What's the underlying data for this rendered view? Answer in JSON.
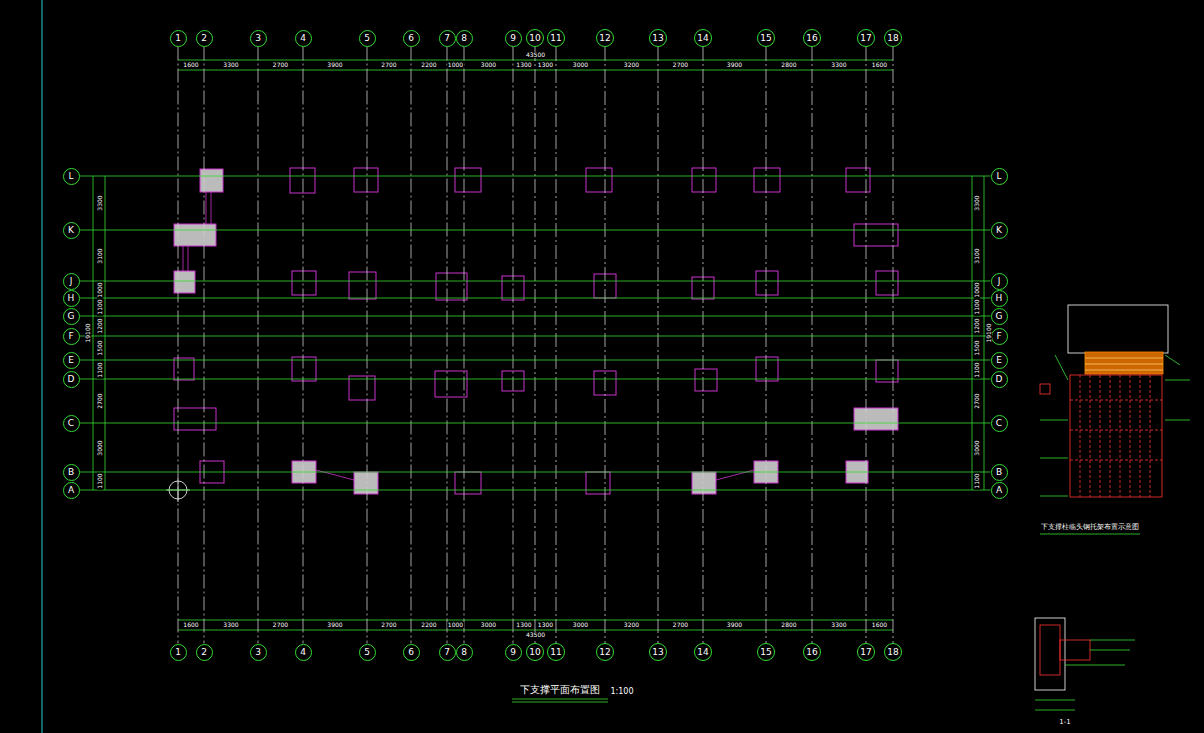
{
  "diagram": {
    "title": "下支撑平面布置图",
    "nodes": [
      {
        "text": [
          "1"
        ]
      },
      {
        "text": [
          "2"
        ]
      },
      {
        "text": [
          "3"
        ]
      },
      {
        "text": [
          "4"
        ]
      },
      {
        "text": [
          "5"
        ]
      },
      {
        "text": [
          "6"
        ]
      },
      {
        "text": [
          "7"
        ]
      },
      {
        "text": [
          "8"
        ]
      },
      {
        "text": [
          "9"
        ]
      },
      {
        "text": [
          "10"
        ]
      },
      {
        "text": [
          "11"
        ]
      },
      {
        "text": [
          "12"
        ]
      },
      {
        "text": [
          "13"
        ]
      },
      {
        "text": [
          "14"
        ]
      },
      {
        "text": [
          "15"
        ]
      },
      {
        "text": [
          "16"
        ]
      },
      {
        "text": [
          "17"
        ]
      },
      {
        "text": [
          "18"
        ]
      },
      {
        "text": [
          "L"
        ]
      },
      {
        "text": [
          "K"
        ]
      },
      {
        "text": [
          "J"
        ]
      },
      {
        "text": [
          "H"
        ]
      },
      {
        "text": [
          "G"
        ]
      },
      {
        "text": [
          "F"
        ]
      },
      {
        "text": [
          "E"
        ]
      },
      {
        "text": [
          "D"
        ]
      },
      {
        "text": [
          "C"
        ]
      },
      {
        "text": [
          "B"
        ]
      },
      {
        "text": [
          "A"
        ]
      },
      {
        "text": [
          "L"
        ]
      },
      {
        "text": [
          "K"
        ]
      },
      {
        "text": [
          "J"
        ]
      },
      {
        "text": [
          "H"
        ]
      },
      {
        "text": [
          "G"
        ]
      },
      {
        "text": [
          "F"
        ]
      },
      {
        "text": [
          "E"
        ]
      },
      {
        "text": [
          "D"
        ]
      },
      {
        "text": [
          "C"
        ]
      },
      {
        "text": [
          "B"
        ]
      },
      {
        "text": [
          "A"
        ]
      },
      {
        "text": [
          "1"
        ]
      },
      {
        "text": [
          "2"
        ]
      },
      {
        "text": [
          "3"
        ]
      },
      {
        "text": [
          "4"
        ]
      },
      {
        "text": [
          "5"
        ]
      },
      {
        "text": [
          "6"
        ]
      },
      {
        "text": [
          "7"
        ]
      },
      {
        "text": [
          "8"
        ]
      },
      {
        "text": [
          "9"
        ]
      },
      {
        "text": [
          "10"
        ]
      },
      {
        "text": [
          "11"
        ]
      },
      {
        "text": [
          "12"
        ]
      },
      {
        "text": [
          "13"
        ]
      },
      {
        "text": [
          "14"
        ]
      },
      {
        "text": [
          "15"
        ]
      },
      {
        "text": [
          "16"
        ]
      },
      {
        "text": [
          "17"
        ]
      },
      {
        "text": [
          "18"
        ]
      }
    ],
    "edges": [
      {
        "from": 0,
        "to": 40,
        "arrow": "none"
      },
      {
        "from": 1,
        "to": 41,
        "arrow": "none"
      },
      {
        "from": 2,
        "to": 42,
        "arrow": "none"
      },
      {
        "from": 3,
        "to": 43,
        "arrow": "none"
      },
      {
        "from": 4,
        "to": 44,
        "arrow": "none"
      },
      {
        "from": 5,
        "to": 45,
        "arrow": "none"
      },
      {
        "from": 6,
        "to": 46,
        "arrow": "none"
      },
      {
        "from": 7,
        "to": 47,
        "arrow": "none"
      },
      {
        "from": 8,
        "to": 48,
        "arrow": "none"
      },
      {
        "from": 9,
        "to": 49,
        "arrow": "none"
      },
      {
        "from": 10,
        "to": 50,
        "arrow": "none"
      },
      {
        "from": 11,
        "to": 51,
        "arrow": "none"
      },
      {
        "from": 12,
        "to": 52,
        "arrow": "none"
      },
      {
        "from": 13,
        "to": 53,
        "arrow": "none"
      },
      {
        "from": 14,
        "to": 54,
        "arrow": "none"
      },
      {
        "from": 15,
        "to": 55,
        "arrow": "none"
      },
      {
        "from": 16,
        "to": 56,
        "arrow": "none"
      },
      {
        "from": 17,
        "to": 57,
        "arrow": "none"
      },
      {
        "from": 18,
        "to": 29,
        "arrow": "none"
      },
      {
        "from": 19,
        "to": 30,
        "arrow": "none"
      },
      {
        "from": 20,
        "to": 31,
        "arrow": "none"
      },
      {
        "from": 21,
        "to": 32,
        "arrow": "none"
      },
      {
        "from": 22,
        "to": 33,
        "arrow": "none"
      },
      {
        "from": 23,
        "to": 34,
        "arrow": "none"
      },
      {
        "from": 24,
        "to": 35,
        "arrow": "none"
      },
      {
        "from": 25,
        "to": 36,
        "arrow": "none"
      },
      {
        "from": 26,
        "to": 37,
        "arrow": "none"
      },
      {
        "from": 27,
        "to": 38,
        "arrow": "none"
      },
      {
        "from": 28,
        "to": 39,
        "arrow": "none"
      }
    ],
    "labels": [
      "1600",
      "3300",
      "2700",
      "3900",
      "2700",
      "2200",
      "1000",
      "3000",
      "1300",
      "1300",
      "3000",
      "3200",
      "2700",
      "3900",
      "2800",
      "3300",
      "1600",
      "43500",
      "1600",
      "3300",
      "2700",
      "3900",
      "2700",
      "2200",
      "1000",
      "3000",
      "1300",
      "1300",
      "3000",
      "3200",
      "2700",
      "3900",
      "2800",
      "3300",
      "1600",
      "43500",
      "3300",
      "3100",
      "1000",
      "1100",
      "1200",
      "1500",
      "1100",
      "2700",
      "3000",
      "1100",
      "19100",
      "3300",
      "3100",
      "1000",
      "1100",
      "1200",
      "1500",
      "1100",
      "2700",
      "3000",
      "1100",
      "19100",
      "1:100",
      "下支撑柱临头钢托架布置示意图",
      "1-1"
    ]
  }
}
